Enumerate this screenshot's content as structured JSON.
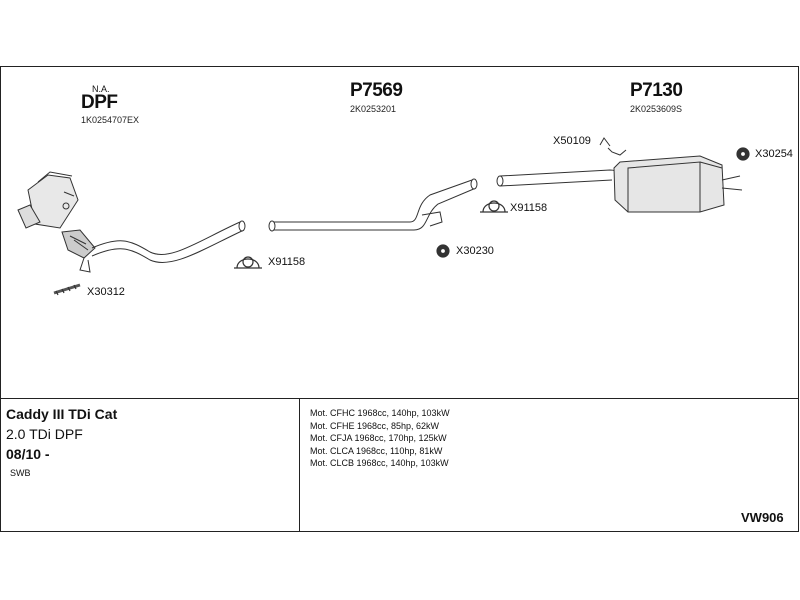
{
  "header": {
    "dpf": {
      "na": "N.A.",
      "name": "DPF",
      "code": "1K0254707EX"
    },
    "mid": {
      "name": "P7569",
      "code": "2K0253201"
    },
    "rear": {
      "name": "P7130",
      "code": "2K0253609S"
    }
  },
  "parts": {
    "x30312": "X30312",
    "x91158_a": "X91158",
    "x91158_b": "X91158",
    "x30230": "X30230",
    "x50109": "X50109",
    "x30254": "X30254"
  },
  "vehicle": {
    "model": "Caddy III TDi Cat",
    "engine": "2.0 TDi DPF",
    "date": "08/10 -",
    "body": "SWB"
  },
  "engines": [
    "Mot. CFHC 1968cc, 140hp, 103kW",
    "Mot. CFHE 1968cc, 85hp, 62kW",
    "Mot. CFJA 1968cc, 170hp, 125kW",
    "Mot. CLCA 1968cc, 110hp, 81kW",
    "Mot. CLCB 1968cc, 140hp, 103kW"
  ],
  "system_code": "VW906"
}
